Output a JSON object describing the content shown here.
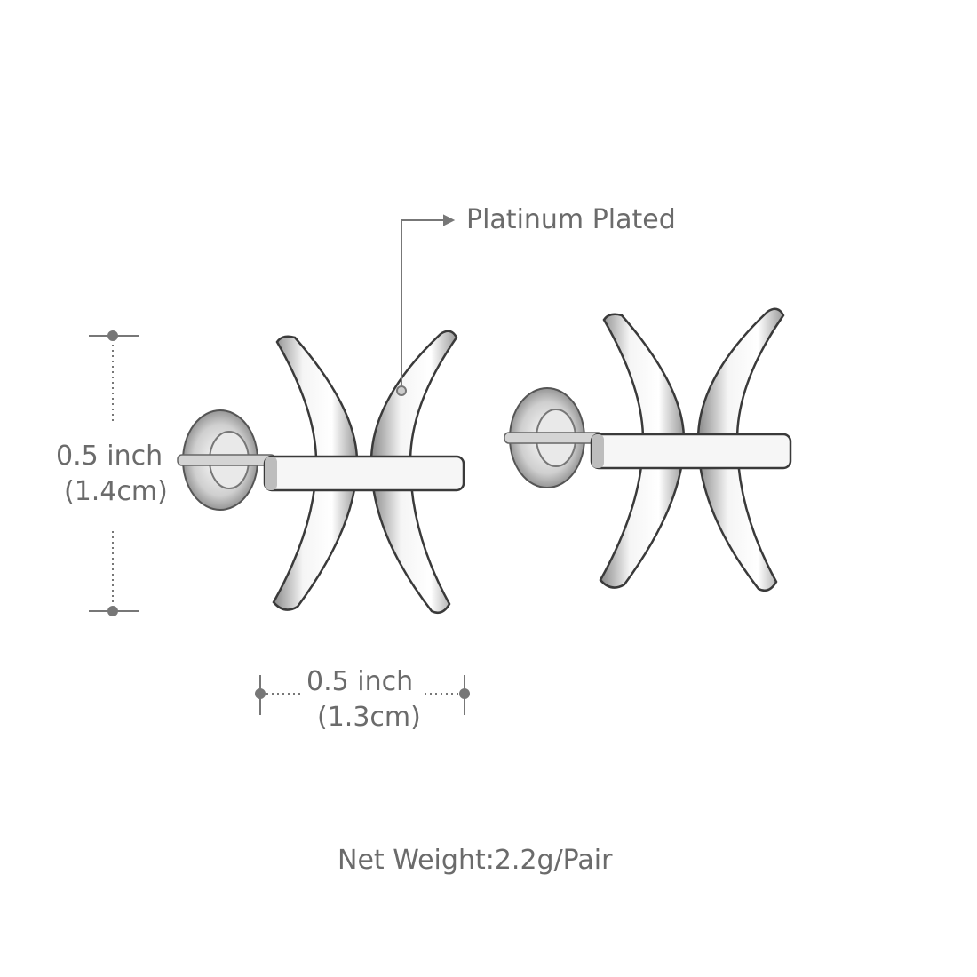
{
  "callout": {
    "label": "Platinum Plated"
  },
  "height_dimension": {
    "inch": "0.5 inch",
    "cm": "(1.4cm)"
  },
  "width_dimension": {
    "inch": "0.5 inch",
    "cm": "(1.3cm)"
  },
  "net_weight": "Net Weight:2.2g/Pair",
  "colors": {
    "text": "#6b6b6b",
    "line": "#777777",
    "metal_light": "#f4f4f4",
    "metal_dark": "#555555"
  }
}
